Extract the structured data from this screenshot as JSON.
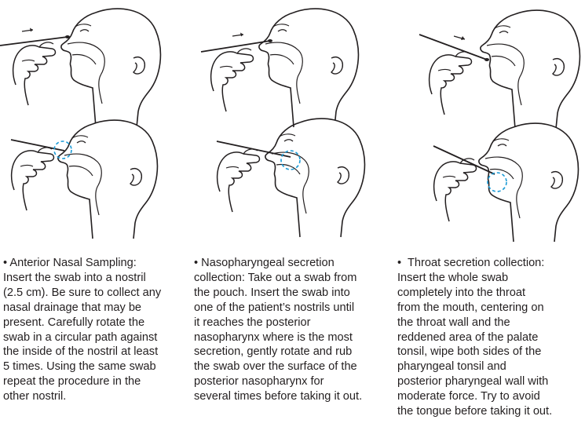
{
  "procedures": [
    {
      "lines": [
        "• Anterior Nasal Sampling:",
        "Insert the swab into a nostril",
        "(2.5 cm). Be sure to collect any",
        "nasal drainage that may be",
        "present. Carefully rotate the",
        "swab in a circular path against",
        "the inside of the nostril at least",
        "5 times. Using the same swab",
        "repeat the procedure in the",
        "other nostril."
      ]
    },
    {
      "lines": [
        "• Nasopharyngeal secretion",
        "collection: Take out a swab from",
        "the pouch. Insert the swab into",
        "one of the patient’s nostrils until",
        "it reaches the posterior",
        "nasopharynx where is the most",
        "secretion, gently rotate and rub",
        "the swab over the surface of the",
        "posterior nasopharynx for",
        "several times before taking it out."
      ]
    },
    {
      "lines": [
        "•  Throat secretion collection:",
        "Insert the whole swab",
        "completely into the throat",
        "from the mouth, centering on",
        "the throat wall and the",
        "reddened area of the palate",
        "tonsil, wipe both sides of the",
        "pharyngeal tonsil and",
        "posterior pharyngeal wall with",
        "moderate force. Try to avoid",
        "the tongue before taking it out."
      ]
    }
  ],
  "colors": {
    "ink": "#231f20",
    "highlight_circle": "#1a9ad6"
  }
}
